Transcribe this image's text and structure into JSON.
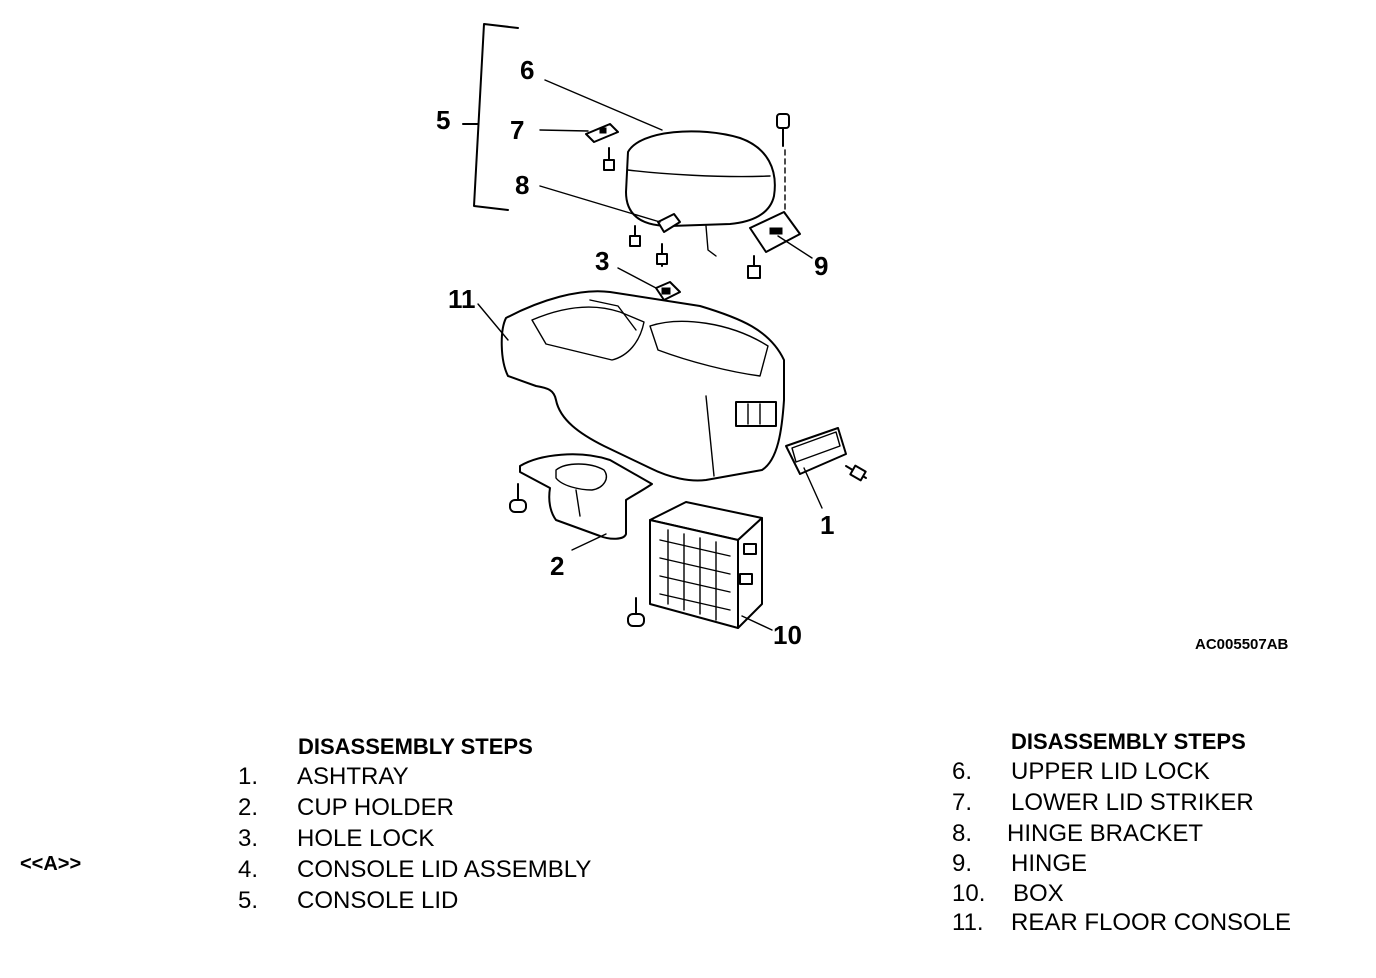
{
  "figure": {
    "code": "AC005507AB",
    "callouts": [
      "1",
      "2",
      "3",
      "5",
      "6",
      "7",
      "8",
      "9",
      "10",
      "11"
    ]
  },
  "steps_left": {
    "title": "DISASSEMBLY STEPS",
    "marker": "<<A>>",
    "items": [
      {
        "num": "1.",
        "label": "ASHTRAY"
      },
      {
        "num": "2.",
        "label": "CUP HOLDER"
      },
      {
        "num": "3.",
        "label": "HOLE LOCK"
      },
      {
        "num": "4.",
        "label": "CONSOLE LID ASSEMBLY"
      },
      {
        "num": "5.",
        "label": "CONSOLE LID"
      }
    ]
  },
  "steps_right": {
    "title": "DISASSEMBLY STEPS",
    "items": [
      {
        "num": "6.",
        "label": "UPPER LID LOCK"
      },
      {
        "num": "7.",
        "label": "LOWER LID STRIKER"
      },
      {
        "num": "8.",
        "label": "HINGE BRACKET"
      },
      {
        "num": "9.",
        "label": "HINGE"
      },
      {
        "num": "10.",
        "label": "BOX"
      },
      {
        "num": "11.",
        "label": "REAR FLOOR CONSOLE"
      }
    ]
  }
}
